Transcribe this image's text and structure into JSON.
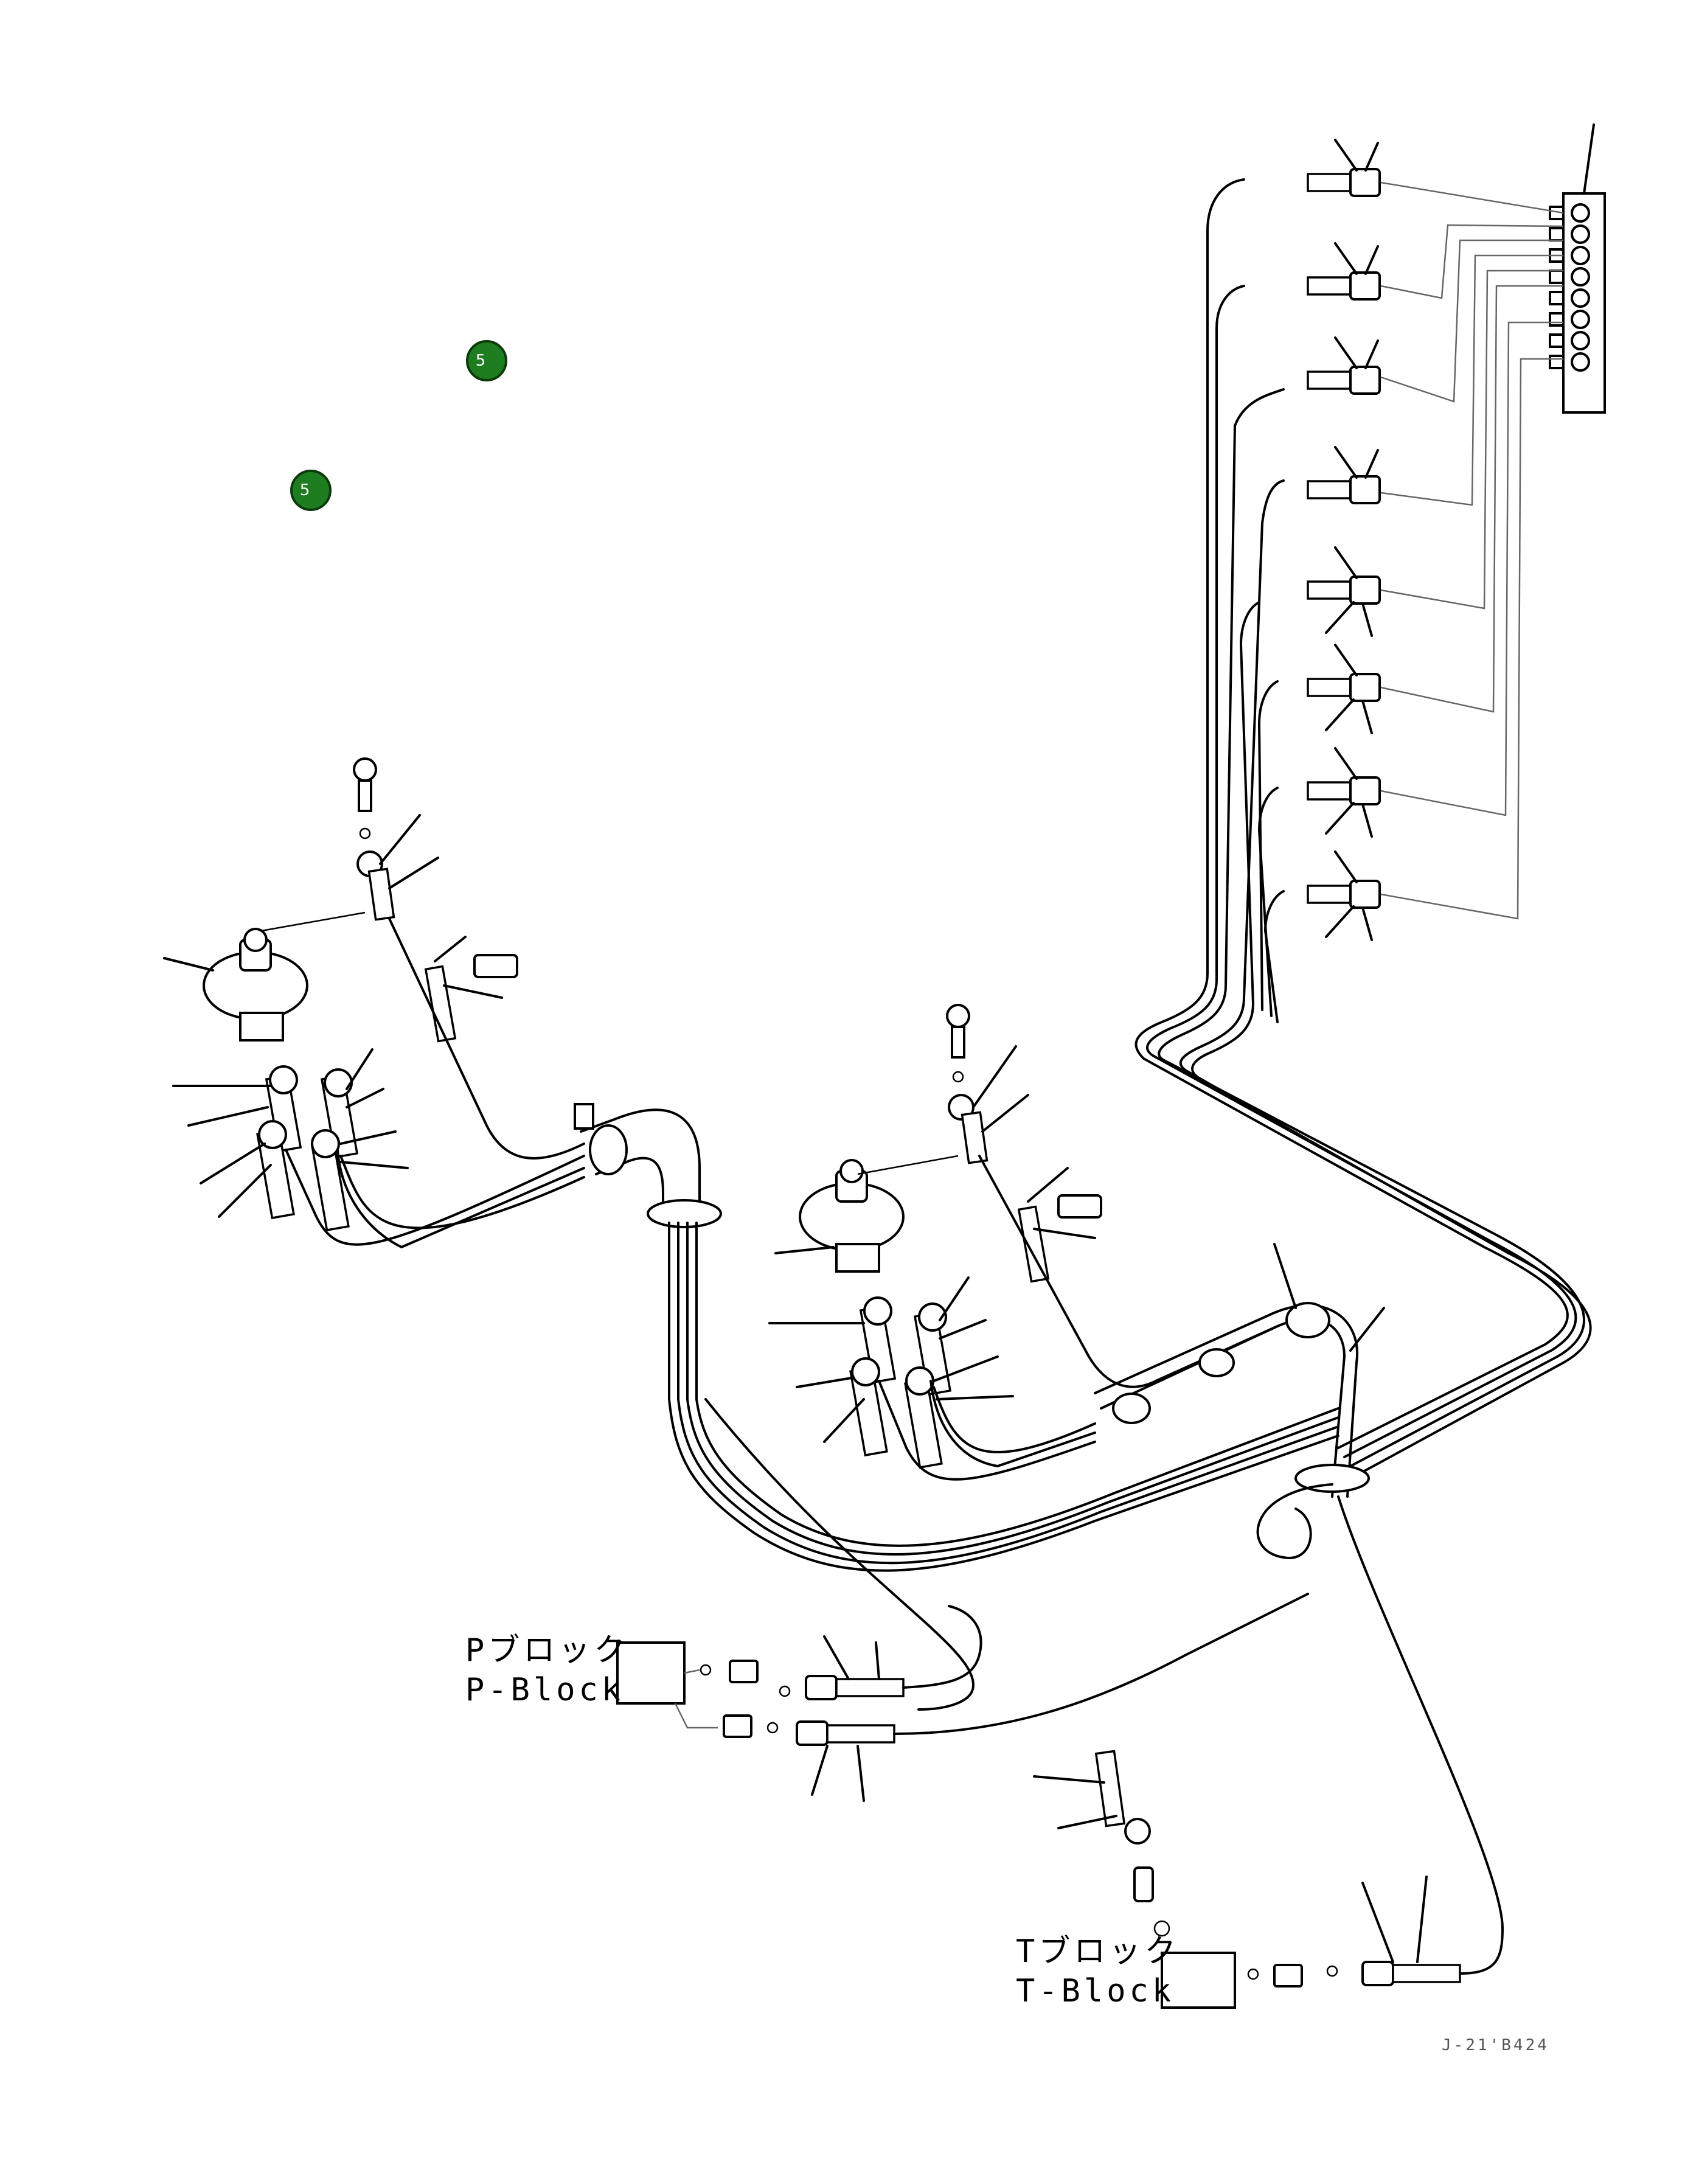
{
  "callouts": [
    {
      "number": "5"
    },
    {
      "number": "5"
    }
  ],
  "blocks": {
    "p_block": {
      "label_jp": "Pブロック",
      "label_en": "P-Block"
    },
    "t_block": {
      "label_jp": "Tブロック",
      "label_en": "T-Block"
    }
  },
  "drawing_code": "J-21'B424"
}
